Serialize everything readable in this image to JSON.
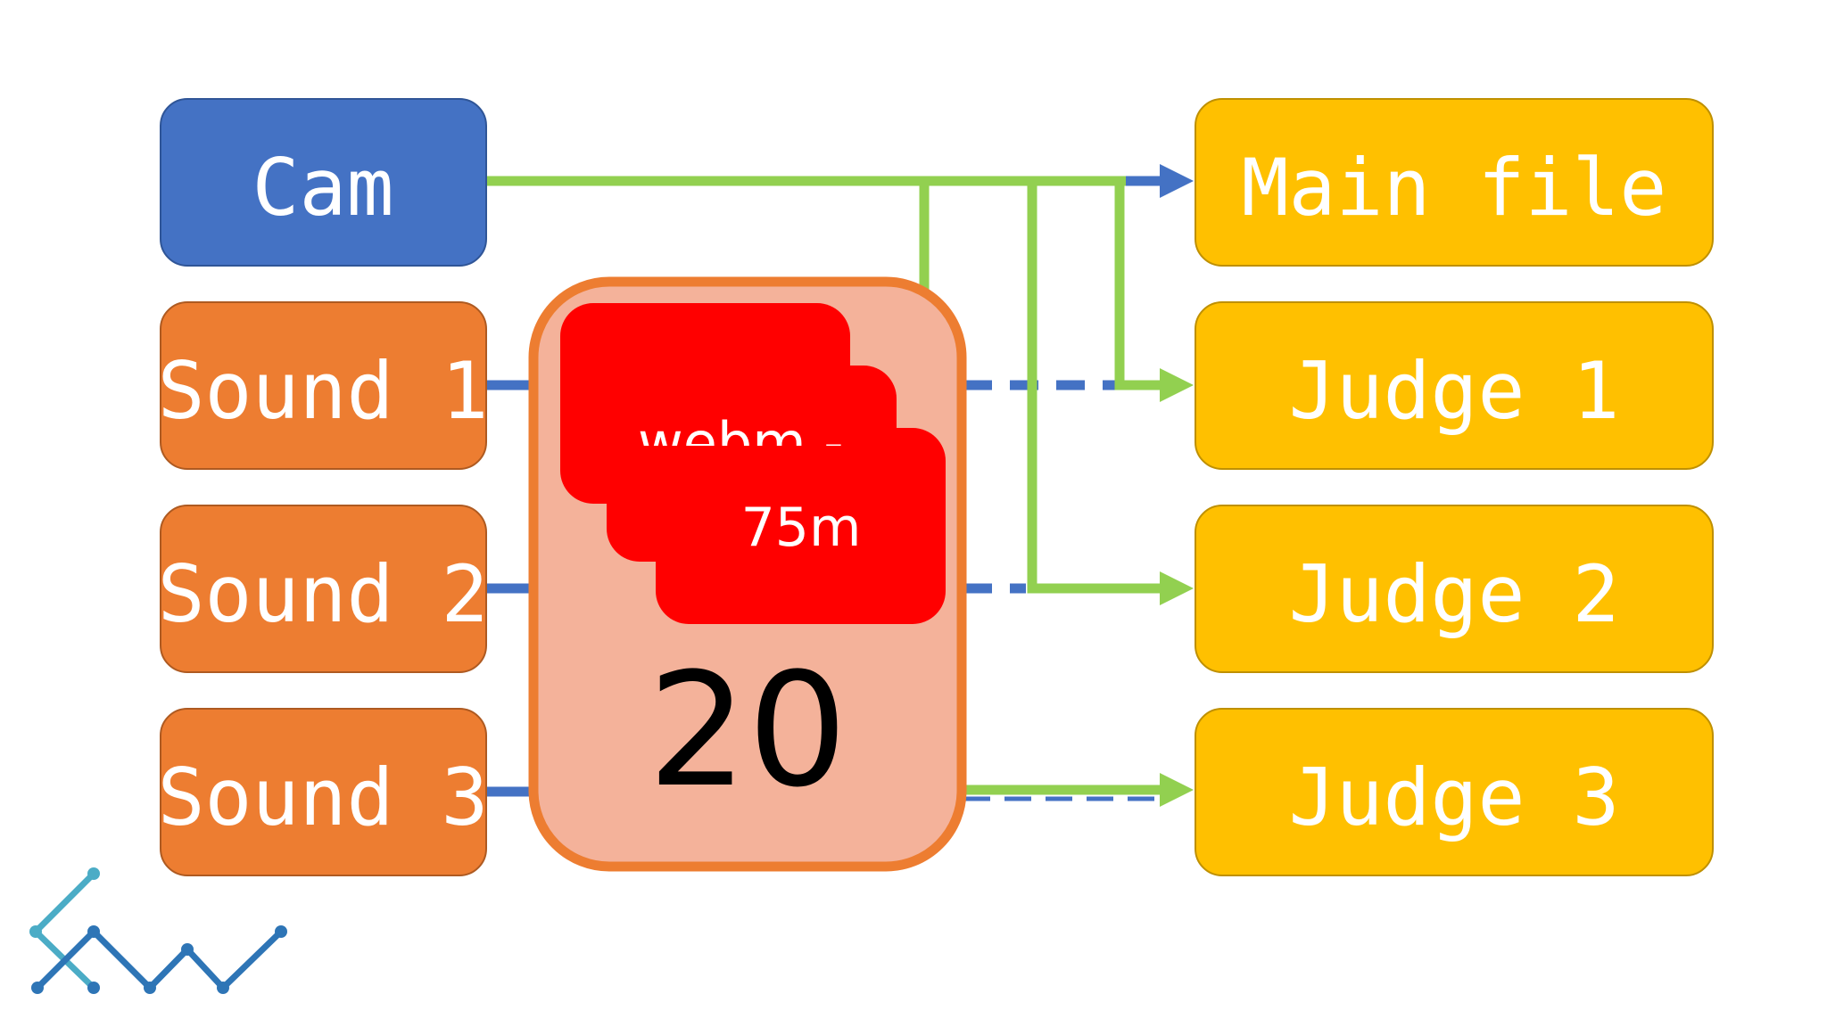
{
  "diagram": {
    "sources": [
      {
        "id": "cam",
        "label": "Cam",
        "color": "#4472C4",
        "border": "#2F5597"
      },
      {
        "id": "sound-1",
        "label": "Sound 1",
        "color": "#ED7D31",
        "border": "#AE5A21"
      },
      {
        "id": "sound-2",
        "label": "Sound 2",
        "color": "#ED7D31",
        "border": "#AE5A21"
      },
      {
        "id": "sound-3",
        "label": "Sound 3",
        "color": "#ED7D31",
        "border": "#AE5A21"
      }
    ],
    "outputs": [
      {
        "id": "main-file",
        "label": "Main file",
        "color": "#FFC000",
        "border": "#BF9000"
      },
      {
        "id": "judge-1",
        "label": "Judge 1",
        "color": "#FFC000",
        "border": "#BF9000"
      },
      {
        "id": "judge-2",
        "label": "Judge 2",
        "color": "#FFC000",
        "border": "#BF9000"
      },
      {
        "id": "judge-3",
        "label": "Judge 3",
        "color": "#FFC000",
        "border": "#BF9000"
      }
    ],
    "processor": {
      "counter": "20",
      "fill": "#F4B29A",
      "border": "#ED7D31",
      "cards": [
        {
          "id": "card-back",
          "text": "webm ->"
        },
        {
          "id": "card-middle",
          "text": ""
        },
        {
          "id": "card-front",
          "text": "75m"
        }
      ],
      "card_color": "#FF0000"
    },
    "connectors": {
      "video_color": "#92D050",
      "audio_color": "#4472C4"
    },
    "logo": {
      "colors": [
        "#2E75B6",
        "#4BACC6"
      ]
    }
  }
}
